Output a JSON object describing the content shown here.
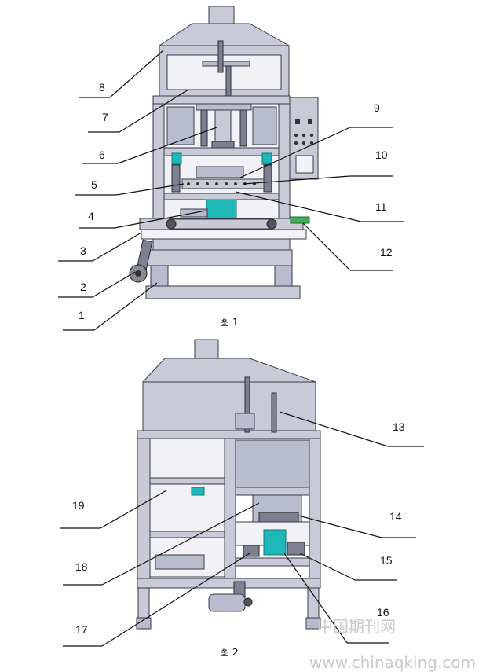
{
  "figure1": {
    "caption": "图 1",
    "callouts": [
      "1",
      "2",
      "3",
      "4",
      "5",
      "6",
      "7",
      "8",
      "9",
      "10",
      "11",
      "12"
    ]
  },
  "figure2": {
    "caption": "图 2",
    "callouts": [
      "13",
      "14",
      "15",
      "16",
      "17",
      "18",
      "19"
    ]
  },
  "watermark": {
    "cn": "中国期刊网",
    "url": "www.chinaqking.com"
  },
  "colors": {
    "frame": "#c8cad8",
    "frame_stroke": "#3a3a48",
    "cyan_block": "#1fb7b7",
    "green_rail": "#3fae5a",
    "leader": "#111111"
  }
}
